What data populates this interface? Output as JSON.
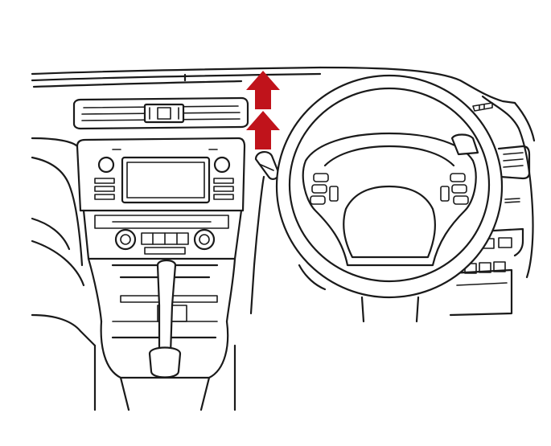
{
  "illustration": {
    "subject": "vehicle-dashboard-line-drawing",
    "line_color": "#1a1a1a",
    "background_color": "#ffffff"
  },
  "indicator": {
    "icon": "double-up-arrow-icon",
    "color": "#c0131b",
    "direction": "up",
    "target": "lever-behind-steering-wheel"
  }
}
